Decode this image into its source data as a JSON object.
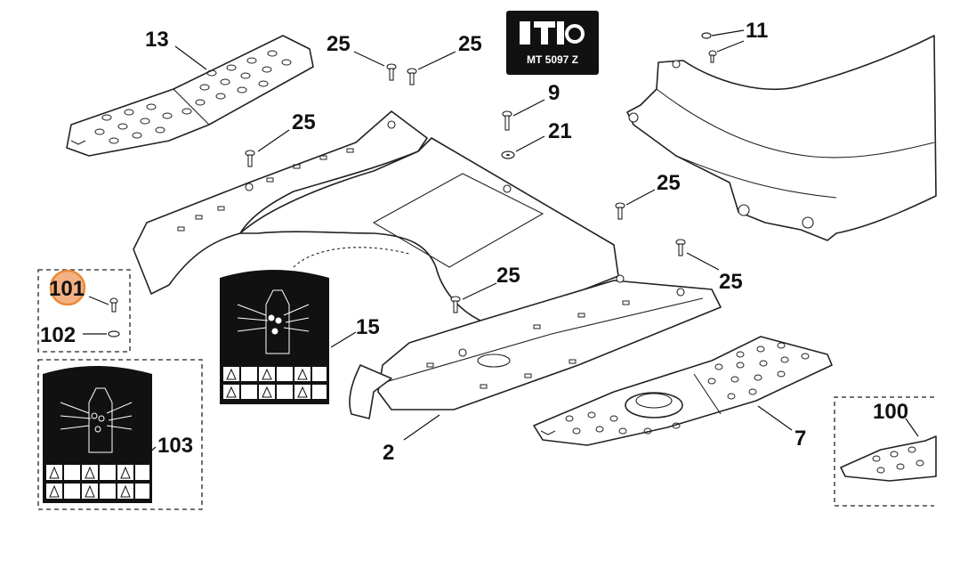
{
  "labels": {
    "p13": "13",
    "p25": "25",
    "p9": "9",
    "p21": "21",
    "p11": "11",
    "p101": "101",
    "p102": "102",
    "p15": "15",
    "p103": "103",
    "p2": "2",
    "p7": "7",
    "p100": "100"
  },
  "badge": {
    "code": "MT 5097 Z"
  },
  "colors": {
    "highlight": "#f4b183",
    "highlight_stroke": "#e88a3c",
    "decal": "#111111"
  }
}
